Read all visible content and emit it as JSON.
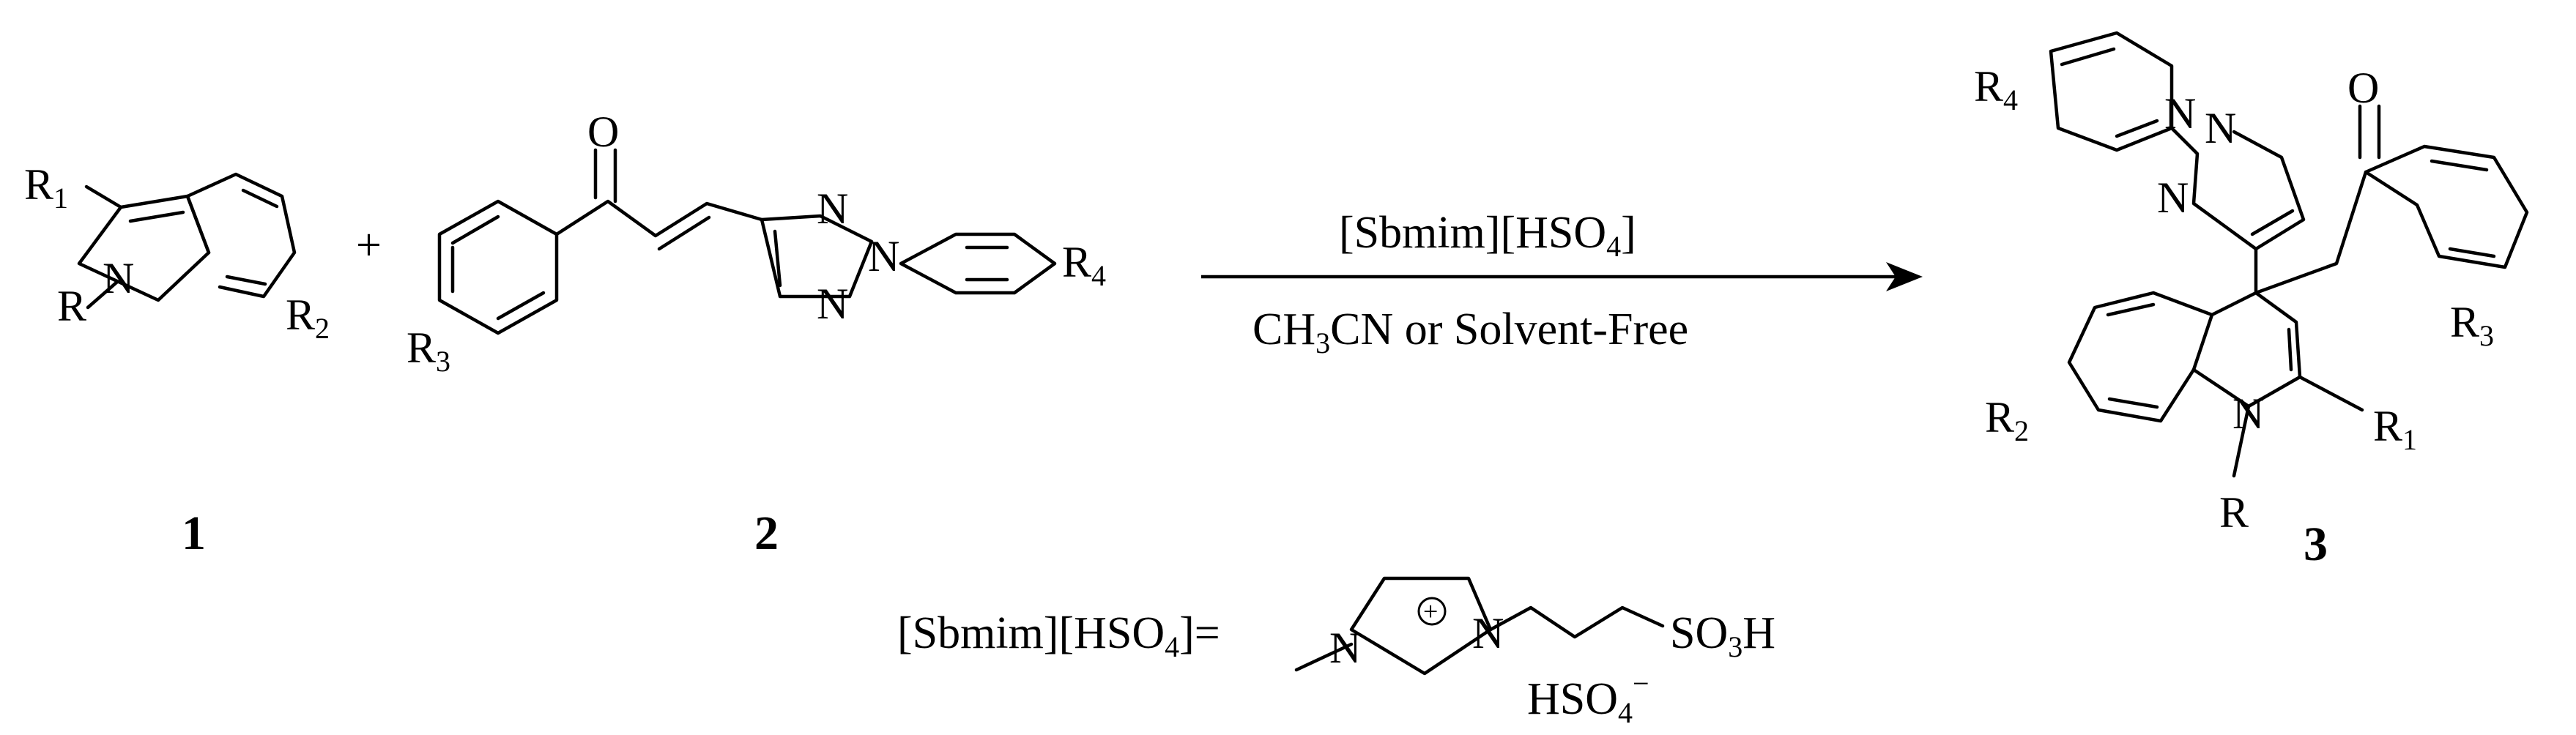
{
  "reagents": {
    "catalyst": "[Sbmim][HSO",
    "catalyst_sub": "4",
    "catalyst_end": "]",
    "conditions_a": "CH",
    "conditions_a_sub": "3",
    "conditions_b": "CN or  Solvent-Free"
  },
  "plus": "+",
  "compound_numbers": {
    "c1": "1",
    "c2": "2",
    "c3": "3"
  },
  "atoms": {
    "R": "R",
    "R1": "R",
    "R1_sub": "1",
    "R2": "R",
    "R2_sub": "2",
    "R3": "R",
    "R3_sub": "3",
    "R4": "R",
    "R4_sub": "4",
    "N": "N",
    "O": "O"
  },
  "ionic_liquid": {
    "name": "[Sbmim][HSO",
    "name_sub": "4",
    "name_end": "]=",
    "sulfonic": "SO",
    "sulfonic_sub": "3",
    "sulfonic_end": "H",
    "anion": "HSO",
    "anion_sub": "4",
    "anion_charge": "−",
    "cation_charge": "+"
  },
  "colors": {
    "ink": "#000000",
    "background": "#ffffff"
  }
}
